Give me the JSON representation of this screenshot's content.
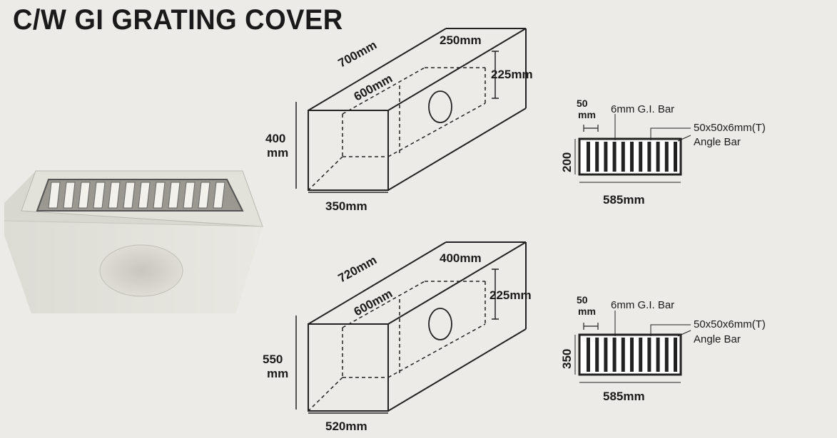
{
  "title": "C/W GI GRATING COVER",
  "pit_small": {
    "length": "700mm",
    "inner_length": "600mm",
    "pipe_width": "250mm",
    "pipe_drop": "225mm",
    "height_value": "400",
    "height_unit": "mm",
    "width": "350mm"
  },
  "grating_small": {
    "bar_spacing_value": "50",
    "bar_spacing_unit": "mm",
    "bar_label": "6mm G.I. Bar",
    "angle_size": "50x50x6mm(T)",
    "angle_label": "Angle Bar",
    "height": "200",
    "length": "585mm"
  },
  "pit_large": {
    "length": "720mm",
    "inner_length": "600mm",
    "pipe_width": "400mm",
    "pipe_drop": "225mm",
    "height_value": "550",
    "height_unit": "mm",
    "width": "520mm"
  },
  "grating_large": {
    "bar_spacing_value": "50",
    "bar_spacing_unit": "mm",
    "bar_label": "6mm G.I. Bar",
    "angle_size": "50x50x6mm(T)",
    "angle_label": "Angle Bar",
    "height": "350",
    "length": "585mm"
  }
}
